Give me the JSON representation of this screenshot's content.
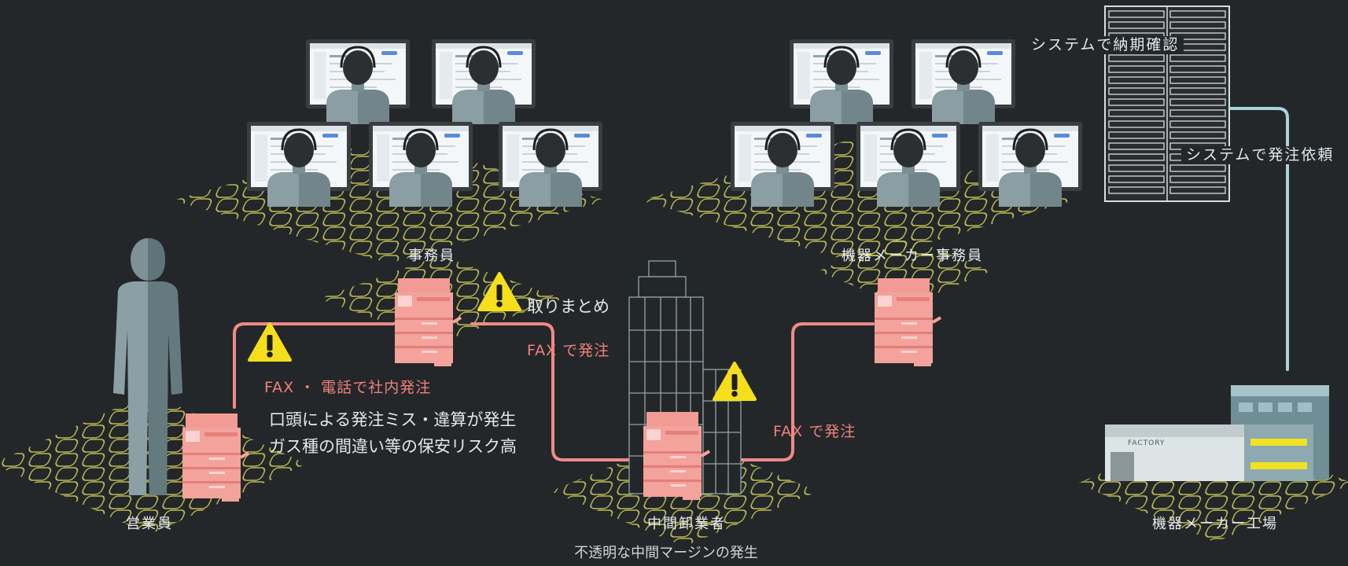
{
  "nodes": {
    "sales": "営業員",
    "office_clerks": "事務員",
    "wholesaler": "中間卸業者",
    "maker_clerks": "機器メーカー事務員",
    "factory": "機器メーカー工場"
  },
  "flows": {
    "internal_order": "FAX ・ 電話で社内発注",
    "fax_order_1": "FAX で発注",
    "fax_order_2": "FAX で発注",
    "system_order": "システムで発注依頼",
    "system_check": "システムで納期確認"
  },
  "notes": {
    "aggregate": "取りまとめ",
    "error_line1": "口頭による発注ミス・違算が発生",
    "error_line2": "ガス種の間違い等の保安リスク高",
    "margin": "不透明な中間マージンの発生"
  },
  "factory_sign": "FACTORY",
  "icons": [
    "warning-icon",
    "fax-machine-icon",
    "operator-icon",
    "person-icon",
    "building-icon",
    "server-rack-icon",
    "factory-icon"
  ],
  "colors": {
    "background": "#242729",
    "flow_line": "#f08a87",
    "system_line": "#a9d3dc",
    "grid": "#d4d35a",
    "warning": "#f5de1c",
    "fax": "#f39a93"
  }
}
